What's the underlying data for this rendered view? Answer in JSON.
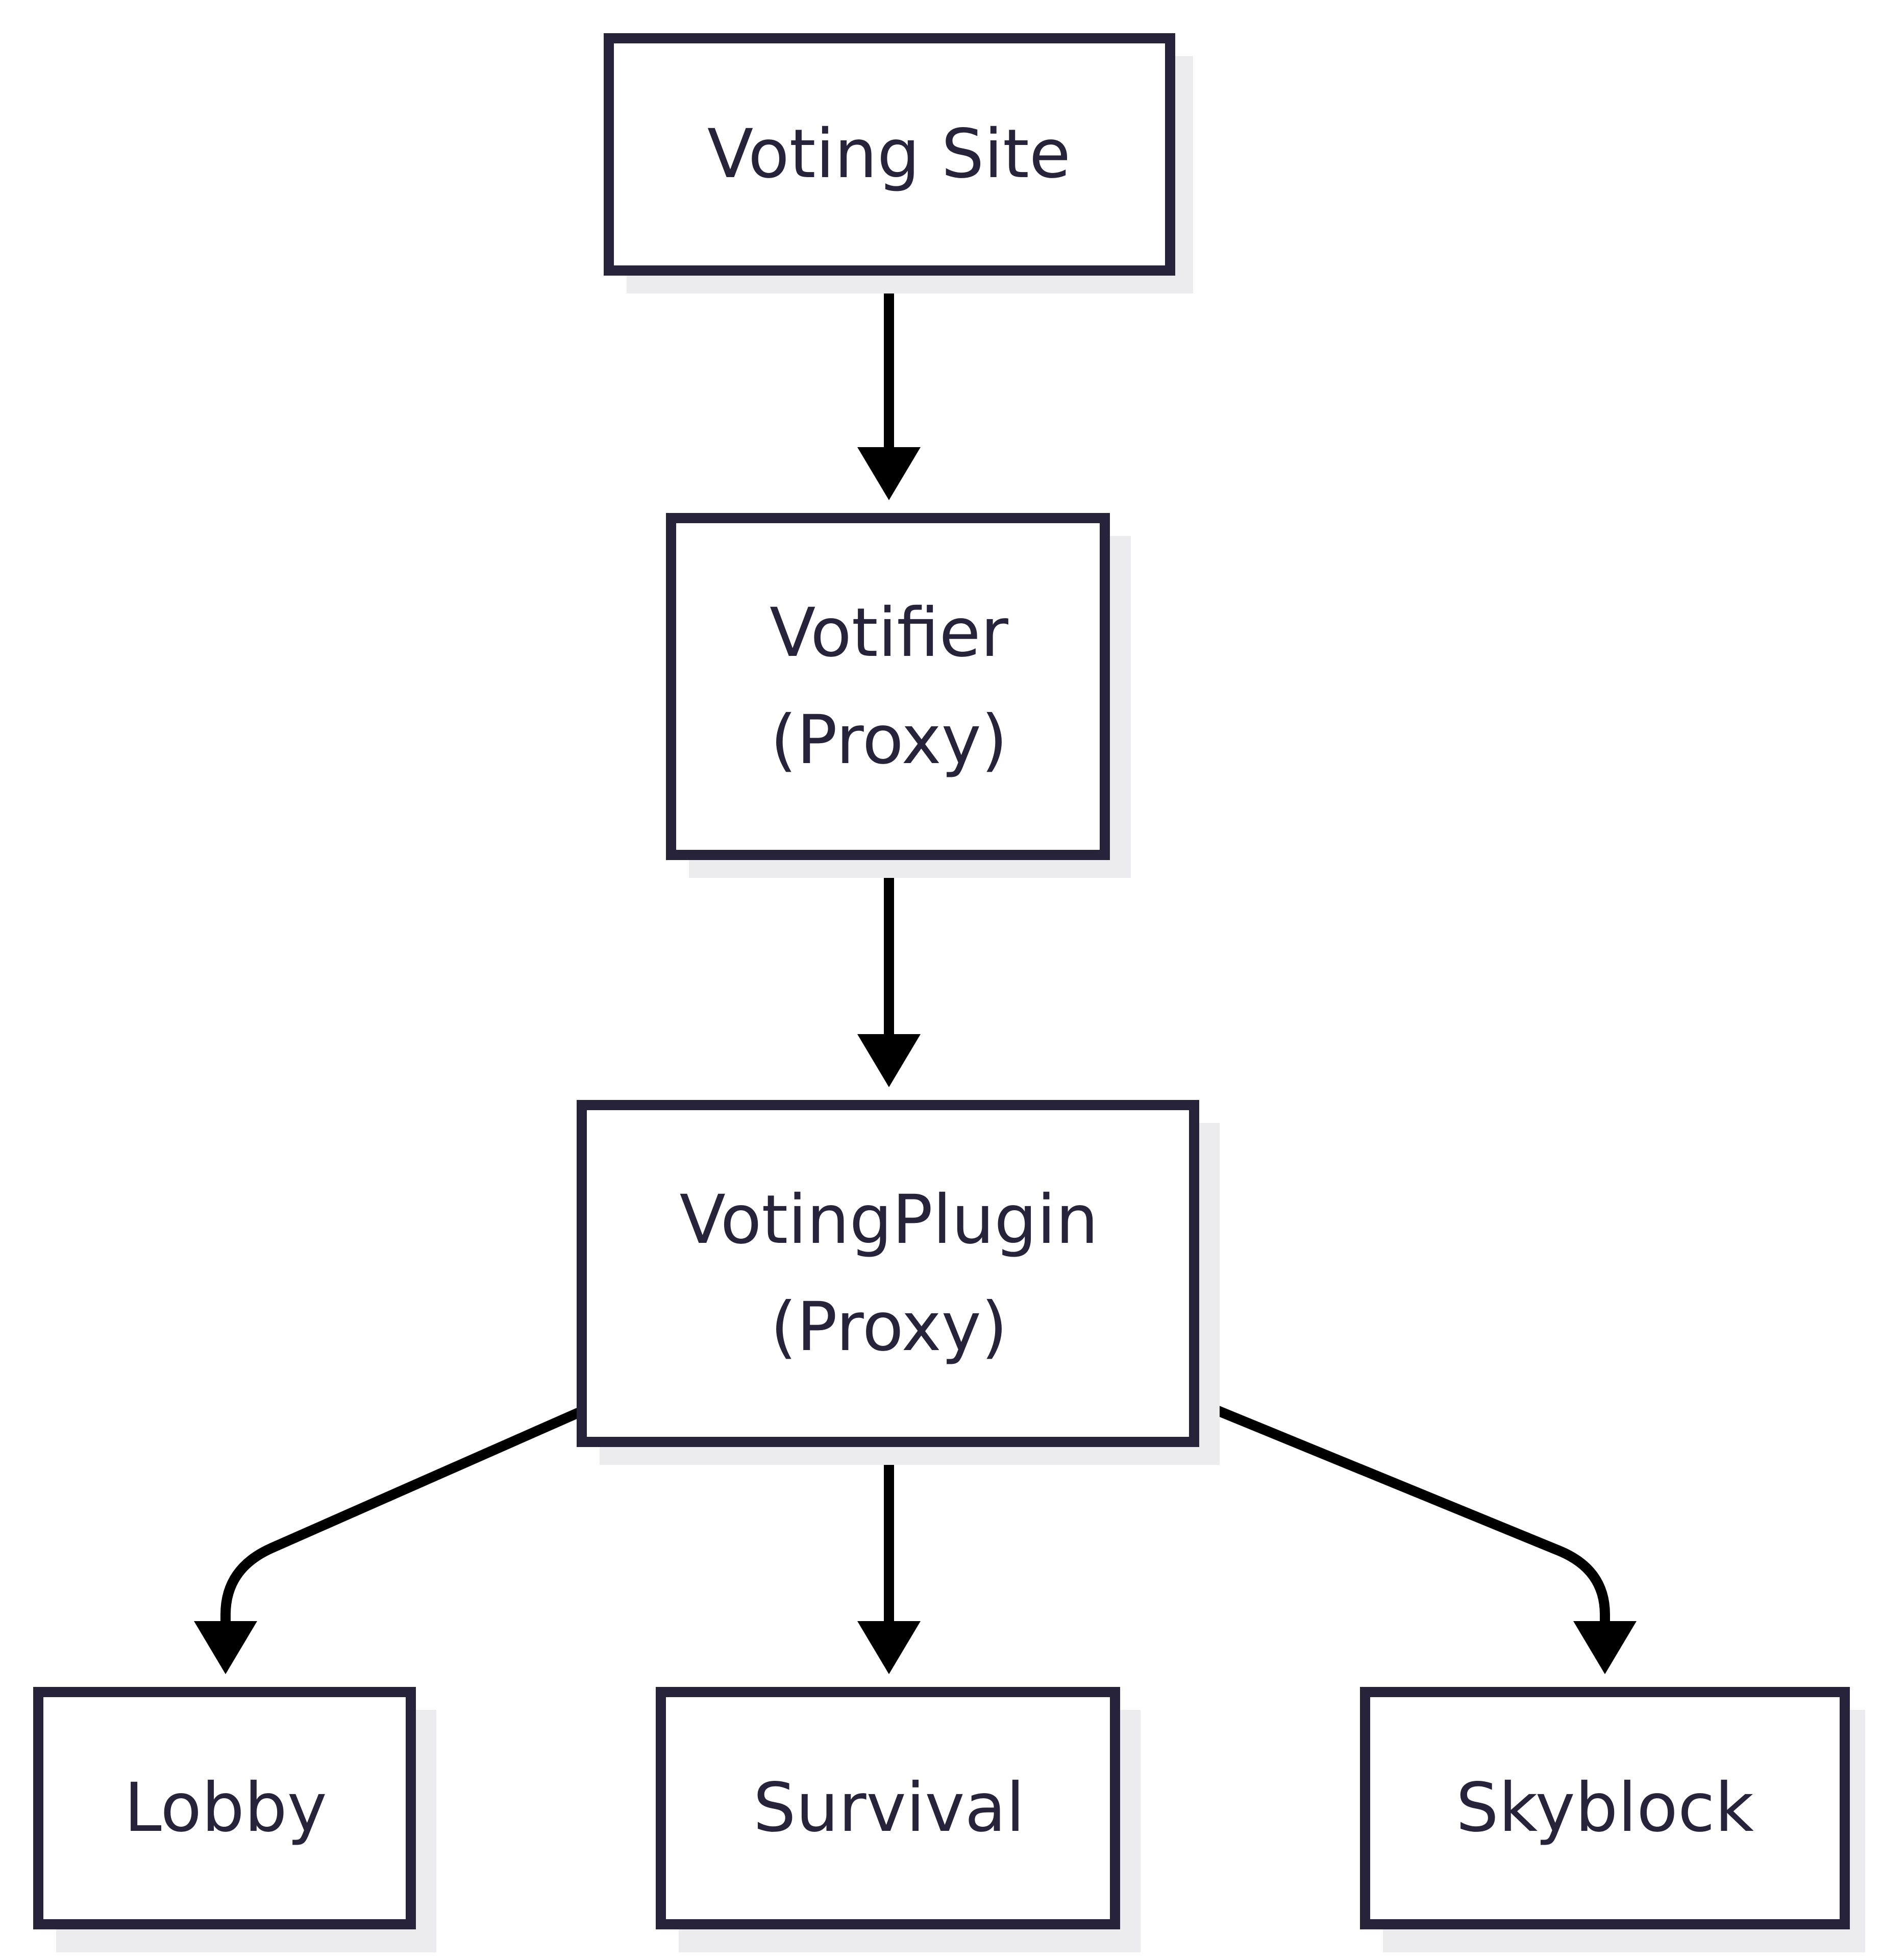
{
  "nodes": {
    "voting_site": {
      "lines": [
        "Voting Site"
      ]
    },
    "votifier": {
      "lines": [
        "Votifier",
        "(Proxy)"
      ]
    },
    "voting_plugin": {
      "lines": [
        "VotingPlugin",
        "(Proxy)"
      ]
    },
    "lobby": {
      "lines": [
        "Lobby"
      ]
    },
    "survival": {
      "lines": [
        "Survival"
      ]
    },
    "skyblock": {
      "lines": [
        "Skyblock"
      ]
    }
  },
  "edges": [
    {
      "from": "voting_site",
      "to": "votifier"
    },
    {
      "from": "votifier",
      "to": "voting_plugin"
    },
    {
      "from": "voting_plugin",
      "to": "lobby"
    },
    {
      "from": "voting_plugin",
      "to": "survival"
    },
    {
      "from": "voting_plugin",
      "to": "skyblock"
    }
  ],
  "colors": {
    "node_border": "#26233a",
    "node_fill": "#ffffff",
    "node_shadow": "#ececef",
    "text": "#26233a",
    "edge": "#000000"
  }
}
